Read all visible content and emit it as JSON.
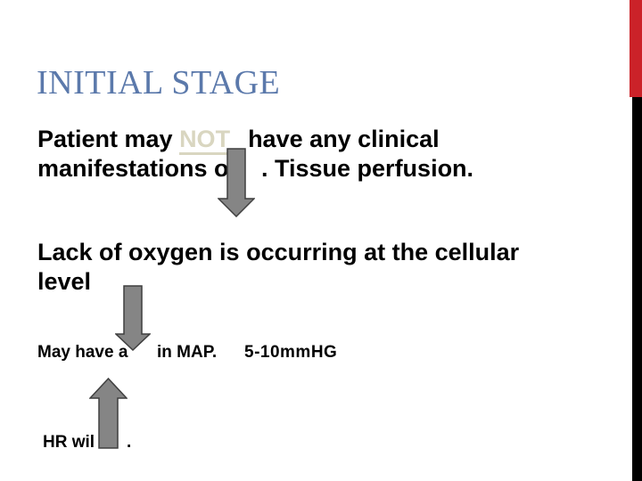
{
  "slide": {
    "title": "INITIAL STAGE",
    "paragraph1": {
      "line1_pre": "Patient may ",
      "line1_not": "NOT",
      "line1_post": "have any clinical",
      "line2_pre": "manifestations o",
      "line2_post": ". Tissue perfusion."
    },
    "paragraph2": {
      "line1": "Lack of oxygen is occurring at the cellular",
      "line2": "level"
    },
    "line3": {
      "pre": "May have a",
      "mid": "in MAP.",
      "value": "5-10mmHG"
    },
    "line4": {
      "pre": "HR wil",
      "post": "."
    },
    "icons": {
      "arrow_between_p1_p2": "down-arrow",
      "arrow_between_p2_line3": "down-arrow",
      "arrow_above_line4": "up-arrow"
    }
  },
  "colors": {
    "background": "#ffffff",
    "title": "#5b79ab",
    "not_text": "#d9d6c0",
    "accent_red": "#cb2229",
    "bar_black": "#000000",
    "arrow_fill": "#858585",
    "arrow_stroke": "#3f3f3f"
  }
}
